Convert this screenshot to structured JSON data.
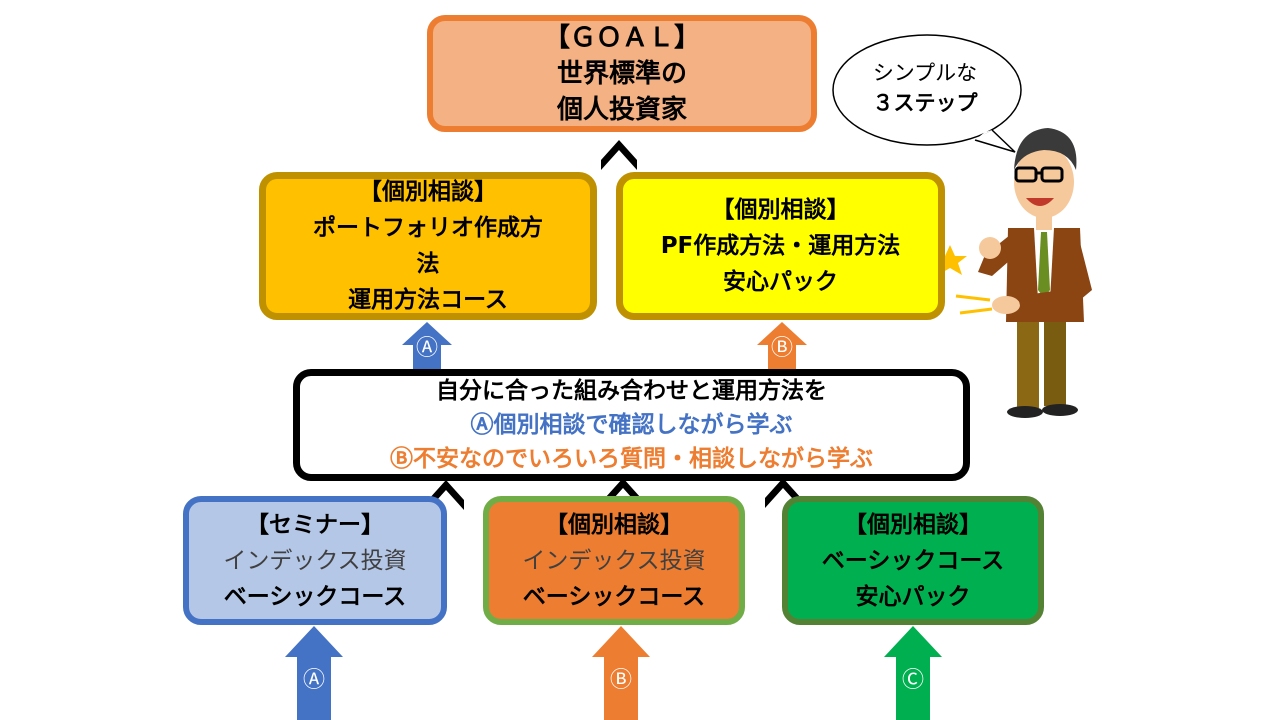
{
  "goal": {
    "line1": "【ＧＯＡＬ】",
    "line2": "世界標準の",
    "line3": "個人投資家"
  },
  "step2_left": {
    "line1": "【個別相談】",
    "line2": "ポートフォリオ作成方",
    "line3": "法",
    "line4": "運用方法コース"
  },
  "step2_right": {
    "line1": "【個別相談】",
    "line2": "PF作成方法・運用方法",
    "line3": "安心パック"
  },
  "middle": {
    "line1": "自分に合った組み合わせと運用方法を",
    "line2": "Ⓐ個別相談で確認しながら学ぶ",
    "line3": "Ⓑ不安なのでいろいろ質問・相談しながら学ぶ"
  },
  "bottom_a": {
    "line1": "【セミナー】",
    "line2": "インデックス投資",
    "line3": "ベーシックコース"
  },
  "bottom_b": {
    "line1": "【個別相談】",
    "line2": "インデックス投資",
    "line3": "ベーシックコース"
  },
  "bottom_c": {
    "line1": "【個別相談】",
    "line2": "ベーシックコース",
    "line3": "安心パック"
  },
  "bubble": {
    "line1": "シンプルな",
    "line2": "３ステップ"
  },
  "arrow_labels": {
    "a": "Ⓐ",
    "b": "Ⓑ",
    "c": "Ⓒ"
  },
  "colors": {
    "blue": "#4472c4",
    "orange": "#ed7d31",
    "green": "#00b050",
    "gold": "#ffc000",
    "yellow": "#ffff00"
  },
  "icons": {
    "chevron": "chevron-up-icon",
    "character": "presenter-man-icon"
  }
}
